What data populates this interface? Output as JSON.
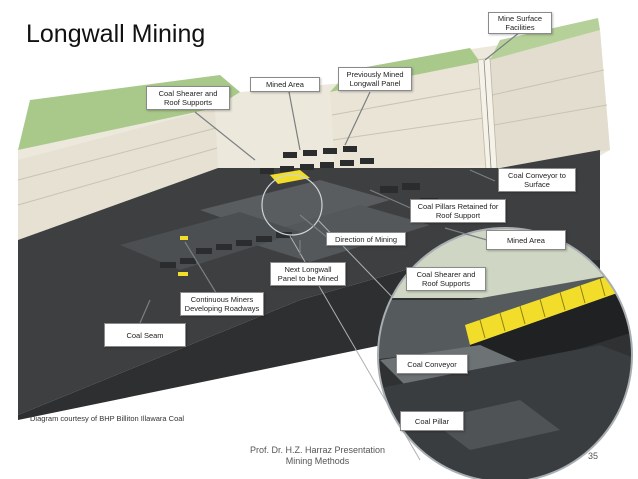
{
  "slide": {
    "title": "Longwall Mining",
    "credit": "Diagram courtesy of BHP Billiton Illawara Coal",
    "footer_line1": "Prof. Dr. H.Z. Harraz Presentation",
    "footer_line2": "Mining Methods",
    "page_number": "35"
  },
  "labels": {
    "mine_surface": "Mine Surface Facilities",
    "coal_shearer_1": "Coal Shearer and Roof Supports",
    "mined_area_1": "Mined Area",
    "previously_mined": "Previously Mined Longwall Panel",
    "coal_conveyor_surface": "Coal Conveyor to Surface",
    "coal_pillars": "Coal Pillars Retained for Roof Support",
    "direction": "Direction of Mining",
    "mined_area_2": "Mined Area",
    "coal_shearer_2": "Coal Shearer and Roof Supports",
    "next_panel": "Next Longwall Panel to be Mined",
    "continuous_miners": "Continuous Miners Developing Roadways",
    "coal_seam": "Coal Seam",
    "coal_conveyor": "Coal Conveyor",
    "coal_pillar": "Coal Pillar"
  },
  "colors": {
    "grass": "#a9c98a",
    "strata": "#ece8dc",
    "floor": "#3d3f41",
    "shearer": "#f2de2a"
  }
}
